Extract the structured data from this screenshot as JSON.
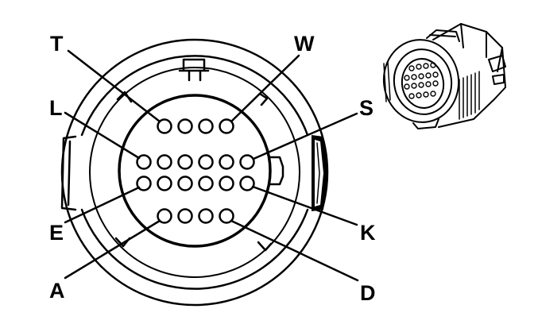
{
  "colors": {
    "ink": "#000000",
    "background": "#ffffff"
  },
  "pin_rows": [
    {
      "row": 1,
      "count": 4
    },
    {
      "row": 2,
      "count": 6
    },
    {
      "row": 3,
      "count": 6
    },
    {
      "row": 4,
      "count": 4
    }
  ],
  "labels": {
    "T": "T",
    "W": "W",
    "L": "L",
    "S": "S",
    "E": "E",
    "K": "K",
    "A": "A",
    "D": "D"
  }
}
